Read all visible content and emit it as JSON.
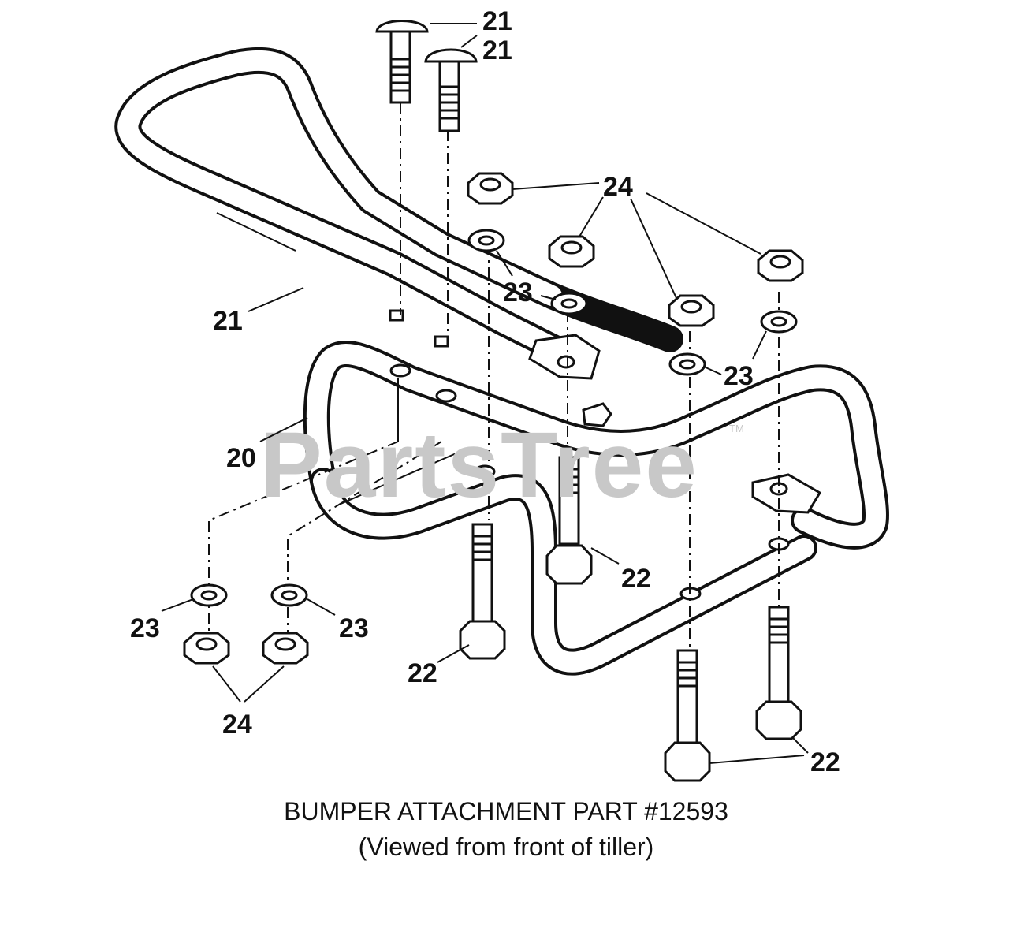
{
  "watermark": {
    "text": "PartsTree",
    "trademark": "TM"
  },
  "callouts": {
    "bolt_top_1": "21",
    "bolt_top_2": "21",
    "bar_upper": "21",
    "nuts_upper": "24",
    "lockwasher_upper_left": "23",
    "lockwasher_upper_right": "23",
    "frame_lower": "20",
    "lockwasher_lower_left": "23",
    "lockwasher_lower_right": "23",
    "nuts_lower": "24",
    "pin_center": "22",
    "pin_left": "22",
    "pins_right": "22"
  },
  "caption": {
    "line1": "BUMPER ATTACHMENT PART #12593",
    "line2": "(Viewed from front of tiller)"
  },
  "colors": {
    "ink": "#111111",
    "watermark": "#c8c8c8",
    "background": "#ffffff"
  }
}
